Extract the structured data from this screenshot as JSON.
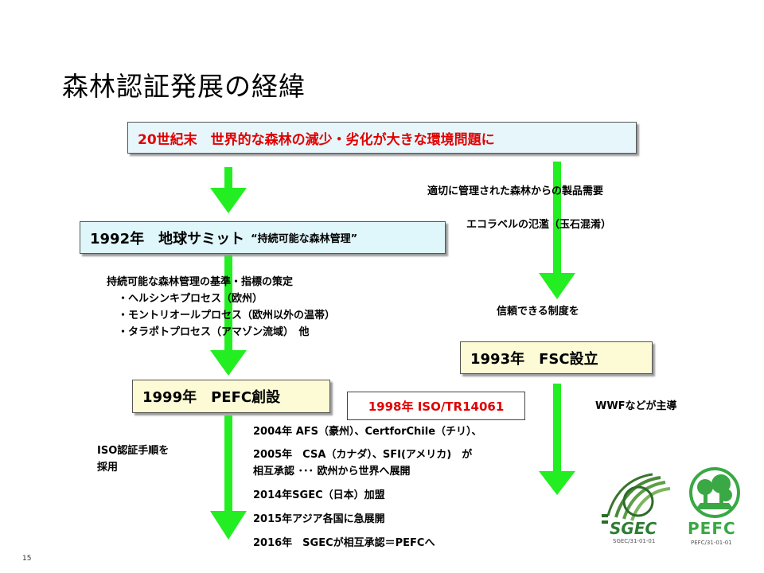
{
  "slide": {
    "title": "森林認証発展の経緯",
    "page_number": "15"
  },
  "boxes": {
    "top": "20世紀末　世界的な森林の減少・劣化が大きな環境問題に",
    "summit_main": "1992年　地球サミット",
    "summit_sub": "“持続可能な森林管理”",
    "fsc": "1993年　FSC設立",
    "pefc": "1999年　PEFC創設",
    "iso": "1998年 ISO/TR14061"
  },
  "notes": {
    "right_1": "適切に管理された森林からの製品需要",
    "right_2": "エコラベルの氾濫（玉石混淆）",
    "right_3": "信頼できる制度を",
    "wwf": "WWFなどが主導",
    "iso_adopt": [
      "ISO認証手順を",
      "採用"
    ],
    "criteria": [
      "持続可能な森林管理の基準・指標の策定",
      "・ヘルシンキプロセス（欧州）",
      "・モントリオールプロセス（欧州以外の温帯）",
      "・タラポトプロセス（アマゾン流域）　他"
    ],
    "timeline": [
      "2004年 AFS（豪州）、CertforChile（チリ）、",
      "2005年　CSA（カナダ）、SFI(アメリカ)　が",
      "相互承認 ･･･ 欧州から世界へ展開",
      "2014年SGEC（日本）加盟",
      "2015年アジア各国に急展開",
      "2016年　SGECが相互承認＝PEFCへ"
    ]
  },
  "logos": {
    "sgec_name": "SGEC",
    "sgec_code": "SGEC/31-01-01",
    "pefc_name": "PEFC",
    "pefc_code": "PEFC/31-01-01"
  },
  "colors": {
    "arrow_green": "#22ee22",
    "accent_red": "#e00000",
    "sgec_green": "#2e7d32",
    "pefc_green": "#3aa845"
  }
}
